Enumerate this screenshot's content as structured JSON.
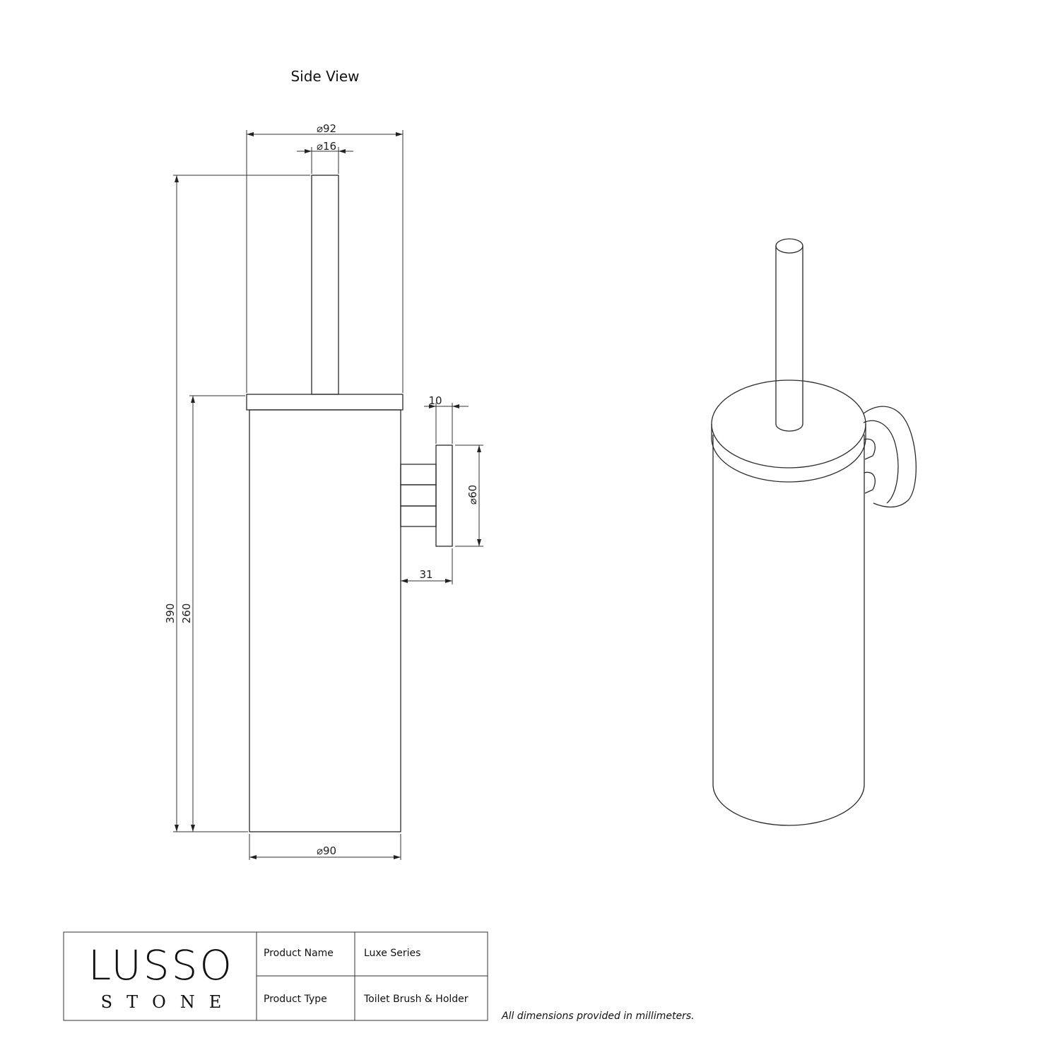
{
  "view_title": "Side View",
  "dimensions": {
    "lid_diameter": "⌀92",
    "handle_diameter": "⌀16",
    "plate_thickness": "10",
    "plate_diameter": "⌀60",
    "wall_offset": "31",
    "overall_height": "390",
    "body_height": "260",
    "body_diameter": "⌀90"
  },
  "title_block": {
    "logo_top": "LUSSO",
    "logo_bottom": "STONE",
    "rows": [
      {
        "label": "Product Name",
        "value": "Luxe Series"
      },
      {
        "label": "Product Type",
        "value": "Toilet Brush & Holder"
      }
    ]
  },
  "note": "All dimensions provided in millimeters.",
  "colors": {
    "line": "#2a2a2a",
    "background": "#ffffff"
  }
}
